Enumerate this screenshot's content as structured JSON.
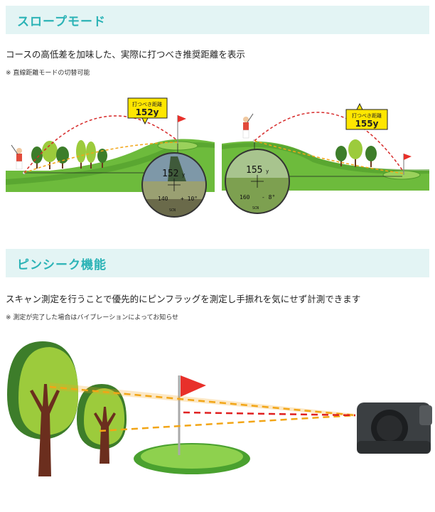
{
  "slope": {
    "title": "スロープモード",
    "description": "コースの高低差を加味した、実際に打つべき推奨距離を表示",
    "note": "※ 直線距離モードの切替可能",
    "uphill": {
      "callout_label": "打つべき距離",
      "callout_value": "152y",
      "display_main": "152",
      "display_unit": "y",
      "display_straight": "140",
      "display_angle": "+ 10°",
      "display_badge": "SCN"
    },
    "downhill": {
      "callout_label": "打つべき距離",
      "callout_value": "155y",
      "display_main": "155",
      "display_unit": "y",
      "display_straight": "160",
      "display_angle": "- 8°",
      "display_badge": "SCN"
    }
  },
  "pinseek": {
    "title": "ピンシーク機能",
    "description": "スキャン測定を行うことで優先的にピンフラッグを測定し手振れを気にせず計測できます",
    "note": "※ 測定が完了した場合はバイブレーションによってお知らせ"
  },
  "colors": {
    "accent": "#2bb3b6",
    "header_bg": "#e3f4f4",
    "grass": "#6dbb3c",
    "flag": "#e8302a",
    "callout": "#ffe600",
    "laser_orange": "#f2a516",
    "laser_red": "#e02020"
  }
}
